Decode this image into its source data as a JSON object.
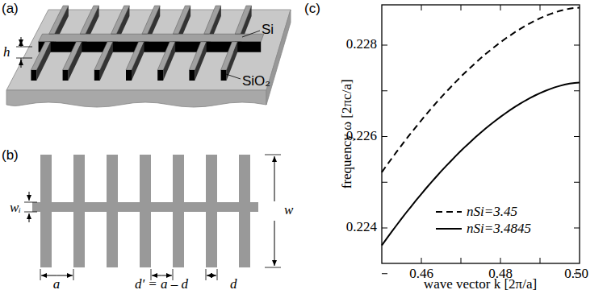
{
  "diagram": {
    "labels": [
      "(a)",
      "Si",
      "h",
      "SiO₂",
      "(b)",
      "wᵢ",
      "w",
      "a",
      "d' = a – d",
      "d",
      "(c)",
      "0.228",
      "0.226",
      "0.224",
      "0.46",
      "0.48",
      "0.50",
      "frequency ω [2πc/a]",
      "wave vector k [2π/a]"
    ],
    "legend": [
      {
        "text": "nSi=3.45"
      },
      {
        "text": "nSi=3.4845"
      }
    ]
  }
}
